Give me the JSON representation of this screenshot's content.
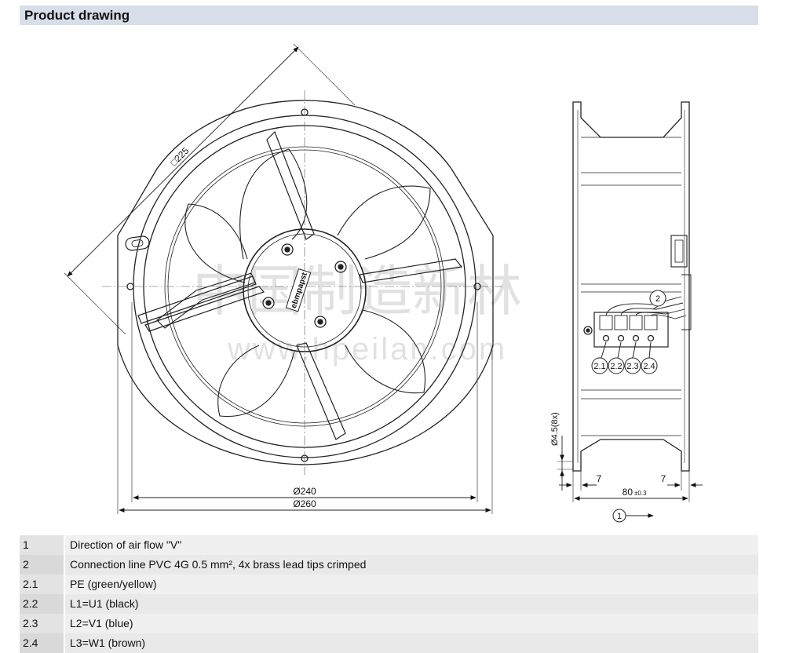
{
  "header": {
    "title": "Product drawing"
  },
  "drawing": {
    "dim_square": "□225",
    "dim_d240": "Ø240",
    "dim_d260": "Ø260",
    "dim_hole": "Ø4.5(8x)",
    "dim_7_left": "7",
    "dim_7_right": "7",
    "dim_80": "80",
    "dim_80_tol": "±0.3",
    "callout_1": "1",
    "callout_2": "2",
    "terminals": [
      "2.1",
      "2.2",
      "2.3",
      "2.4"
    ],
    "logo_text": "ebmpapst",
    "watermark_cn": "中国制造新林",
    "watermark_url": "www.hpeilan.com"
  },
  "legend": [
    {
      "key": "1",
      "desc": "Direction of air flow \"V\""
    },
    {
      "key": "2",
      "desc": "Connection line PVC 4G 0.5 mm², 4x brass lead tips crimped"
    },
    {
      "key": "2.1",
      "desc": "PE (green/yellow)"
    },
    {
      "key": "2.2",
      "desc": "L1=U1 (black)"
    },
    {
      "key": "2.3",
      "desc": "L2=V1 (blue)"
    },
    {
      "key": "2.4",
      "desc": "L3=W1 (brown)"
    }
  ]
}
